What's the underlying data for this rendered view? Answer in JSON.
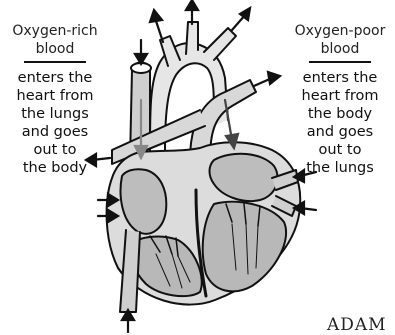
{
  "left_label": {
    "heading_lines": [
      "Oxygen-rich",
      "blood"
    ],
    "body_lines": [
      "enters the",
      "heart from",
      "the lungs",
      "and goes",
      "out to",
      "the body"
    ]
  },
  "right_label": {
    "heading_lines": [
      "Oxygen-poor",
      "blood"
    ],
    "body_lines": [
      "enters the",
      "heart from",
      "the body",
      "and goes",
      "out to",
      "the lungs"
    ]
  },
  "watermark": "ADAM",
  "colors": {
    "ink": "#111111",
    "tissue": "#cfcfcf",
    "chamber": "#b8b8b8",
    "background": "#ffffff"
  }
}
